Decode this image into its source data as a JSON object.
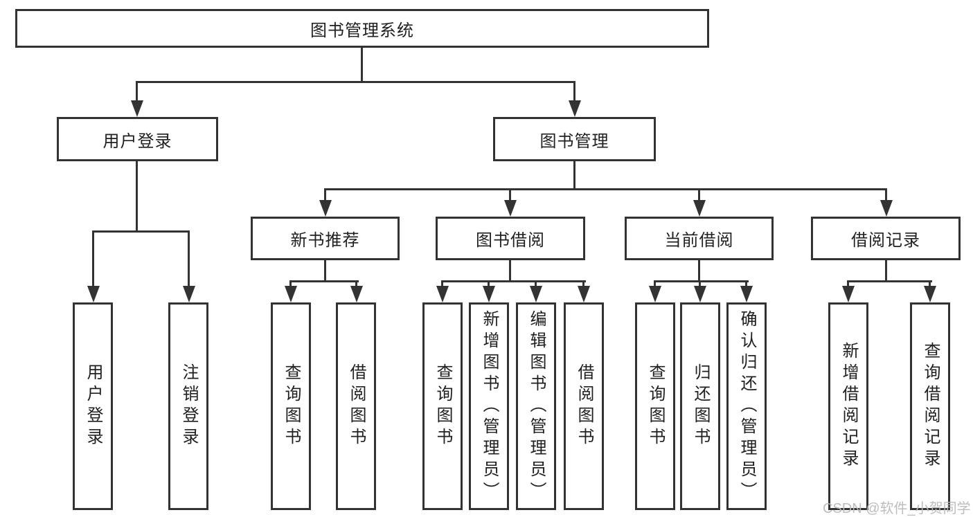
{
  "tree": {
    "root": {
      "label": "图书管理系统"
    },
    "branches": [
      {
        "label": "用户登录",
        "leaves": [
          {
            "label": "用户登录"
          },
          {
            "label": "注销登录"
          }
        ]
      },
      {
        "label": "图书管理",
        "groups": [
          {
            "label": "新书推荐",
            "leaves": [
              {
                "label": "查询图书"
              },
              {
                "label": "借阅图书"
              }
            ]
          },
          {
            "label": "图书借阅",
            "leaves": [
              {
                "label": "查询图书"
              },
              {
                "label": "新增图书（管理员）"
              },
              {
                "label": "编辑图书（管理员）"
              },
              {
                "label": "借阅图书"
              }
            ]
          },
          {
            "label": "当前借阅",
            "leaves": [
              {
                "label": "查询图书"
              },
              {
                "label": "归还图书"
              },
              {
                "label": "确认归还（管理员）"
              }
            ]
          },
          {
            "label": "借阅记录",
            "leaves": [
              {
                "label": "新增借阅记录"
              },
              {
                "label": "查询借阅记录"
              }
            ]
          }
        ]
      }
    ]
  },
  "watermark": {
    "text": "CSDN @软件_小贺同学"
  },
  "colors": {
    "line": "#333333",
    "text": "#1f1f1f",
    "watermark": "#b9b9b9",
    "background": "#ffffff"
  }
}
